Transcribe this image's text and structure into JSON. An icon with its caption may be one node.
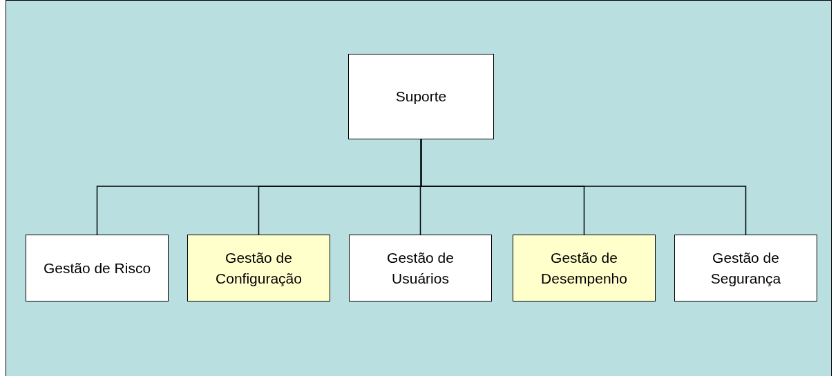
{
  "diagram": {
    "nodes": [
      {
        "text": [
          "Suporte"
        ]
      },
      {
        "text": [
          "Gestão de Risco"
        ]
      },
      {
        "text": [
          "Gestão de Configuração"
        ]
      },
      {
        "text": [
          "Gestão de Usuários"
        ]
      },
      {
        "text": [
          "Gestão de Desempenho"
        ]
      },
      {
        "text": [
          "Gestão de Segurança"
        ]
      }
    ],
    "edges": [
      {
        "from": 0,
        "to": 1,
        "arrow": "none"
      },
      {
        "from": 0,
        "to": 2,
        "arrow": "none"
      },
      {
        "from": 0,
        "to": 3,
        "arrow": "none"
      },
      {
        "from": 0,
        "to": 4,
        "arrow": "none"
      },
      {
        "from": 0,
        "to": 5,
        "arrow": "none"
      }
    ]
  }
}
